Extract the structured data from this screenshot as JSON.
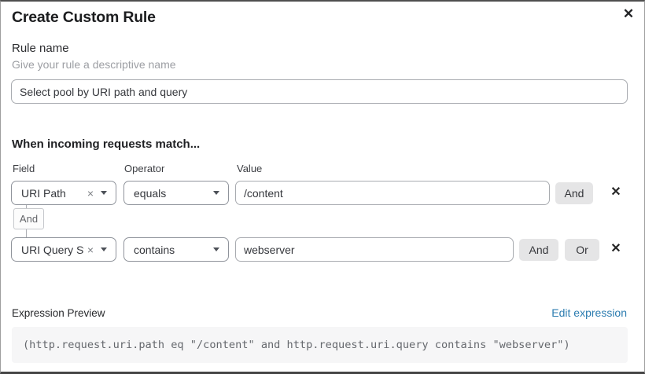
{
  "dialog": {
    "title": "Create Custom Rule",
    "close_icon": "✕"
  },
  "rule_name": {
    "label": "Rule name",
    "helper": "Give your rule a descriptive name",
    "value": "Select pool by URI path and query"
  },
  "match": {
    "heading": "When incoming requests match...",
    "columns": {
      "field": "Field",
      "operator": "Operator",
      "value": "Value"
    },
    "connector": "And",
    "rows": [
      {
        "field": "URI Path",
        "clear_icon": "×",
        "operator": "equals",
        "value": "/content",
        "and_label": "And",
        "delete_icon": "✕"
      },
      {
        "field": "URI Query St...",
        "clear_icon": "×",
        "operator": "contains",
        "value": "webserver",
        "and_label": "And",
        "or_label": "Or",
        "delete_icon": "✕"
      }
    ]
  },
  "expression": {
    "label": "Expression Preview",
    "edit_link": "Edit expression",
    "code": "(http.request.uri.path eq \"/content\" and http.request.uri.query contains \"webserver\")"
  },
  "colors": {
    "link_blue": "#2c7cb0",
    "button_gray": "#e5e5e6",
    "code_background": "#f6f6f7"
  }
}
